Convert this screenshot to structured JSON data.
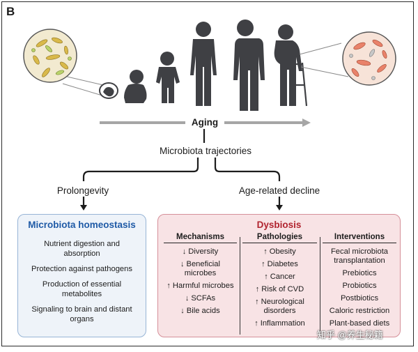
{
  "panel_letter": "B",
  "timeline": {
    "aging_label": "Aging",
    "trajectories_label": "Microbiota trajectories"
  },
  "branches": {
    "left_label": "Prolongevity",
    "right_label": "Age-related decline"
  },
  "homeostasis": {
    "title": "Microbiota homeostasis",
    "items": [
      "Nutrient digestion and absorption",
      "Protection against pathogens",
      "Production of essential metabolites",
      "Signaling to brain and distant organs"
    ]
  },
  "dysbiosis": {
    "title": "Dysbiosis",
    "mechanisms": {
      "header": "Mechanisms",
      "items": [
        {
          "dir": "down",
          "text": "Diversity"
        },
        {
          "dir": "down",
          "text": "Beneficial microbes"
        },
        {
          "dir": "up",
          "text": "Harmful microbes"
        },
        {
          "dir": "down",
          "text": "SCFAs"
        },
        {
          "dir": "down",
          "text": "Bile acids"
        }
      ]
    },
    "pathologies": {
      "header": "Pathologies",
      "items": [
        {
          "dir": "up",
          "text": "Obesity"
        },
        {
          "dir": "up",
          "text": "Diabetes"
        },
        {
          "dir": "up",
          "text": "Cancer"
        },
        {
          "dir": "up",
          "text": "Risk of CVD"
        },
        {
          "dir": "up",
          "text": "Neurological disorders"
        },
        {
          "dir": "up",
          "text": "Inflammation"
        }
      ]
    },
    "interventions": {
      "header": "Interventions",
      "items": [
        "Fecal microbiota transplantation",
        "Prebiotics",
        "Probiotics",
        "Postbiotics",
        "Caloric restriction",
        "Plant-based diets"
      ]
    }
  },
  "watermark": "知乎 @养生秘籍",
  "colors": {
    "silhouette": "#3f4044",
    "homeostasis_fill": "#eef3f9",
    "homeostasis_border": "#97b4d6",
    "homeostasis_title": "#1f5aa6",
    "dysbiosis_fill": "#f8e3e5",
    "dysbiosis_border": "#d58f99",
    "dysbiosis_title": "#b1242f",
    "healthy_microbes": "#d9b94a",
    "aged_microbes": "#e9826a",
    "aging_arrow": "#a6a6a6"
  },
  "icons": [
    "healthy-microbiota-circle",
    "infant-in-womb-icon",
    "baby-icon",
    "toddler-icon",
    "adult-icon",
    "large-adult-icon",
    "elderly-with-walker-icon",
    "aged-microbiota-circle"
  ]
}
